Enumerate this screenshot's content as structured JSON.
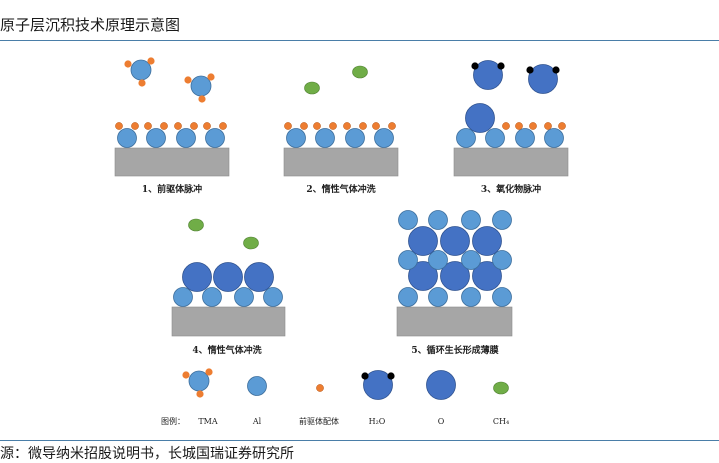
{
  "title": "原子层沉积技术原理示意图",
  "source": "源：微导纳米招股说明书，长城国瑞证券研究所",
  "steps": [
    {
      "label": "1、前驱体脉冲"
    },
    {
      "label": "2、惰性气体冲洗"
    },
    {
      "label": "3、氧化物脉冲"
    },
    {
      "label": "4、惰性气体冲洗"
    },
    {
      "label": "5、循环生长形成薄膜"
    }
  ],
  "legend": {
    "prefix": "图例：",
    "items": [
      {
        "label": "TMA",
        "icon": "tma-molecule-icon"
      },
      {
        "label": "Al",
        "icon": "al-atom-icon"
      },
      {
        "label": "前驱体配体",
        "icon": "precursor-ligand-icon"
      },
      {
        "label": "H₂O",
        "icon": "h2o-molecule-icon"
      },
      {
        "label": "O",
        "icon": "o-atom-icon"
      },
      {
        "label": "CH₄",
        "icon": "ch4-molecule-icon"
      }
    ]
  },
  "colors": {
    "al": "#5b9bd5",
    "o": "#4472c4",
    "ligand": "#ed7d31",
    "ch4": "#70ad47",
    "h": "#000000",
    "substrate": "#a6a6a6",
    "rule": "#4a7ea8"
  }
}
